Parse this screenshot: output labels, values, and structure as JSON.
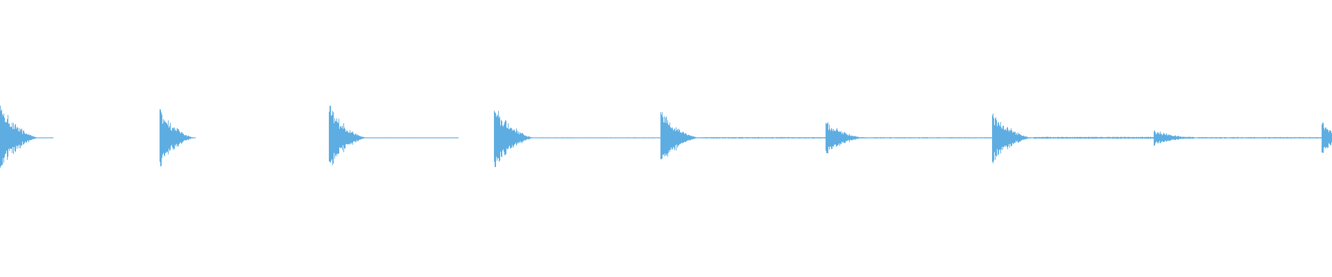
{
  "waveform": {
    "color": "#5DADE2",
    "background": "#FFFFFF",
    "hits": [
      {
        "start": 0.0,
        "peak": 0.48,
        "decay": 0.03,
        "tail": 0.01,
        "noise": 0.006
      },
      {
        "start": 0.12,
        "peak": 0.46,
        "decay": 0.027,
        "tail": 0.0,
        "noise": 0.0
      },
      {
        "start": 0.247,
        "peak": 0.48,
        "decay": 0.029,
        "tail": 0.068,
        "noise": 0.007
      },
      {
        "start": 0.371,
        "peak": 0.48,
        "decay": 0.031,
        "tail": 0.125,
        "noise": 0.008
      },
      {
        "start": 0.496,
        "peak": 0.43,
        "decay": 0.03,
        "tail": 0.124,
        "noise": 0.012
      },
      {
        "start": 0.62,
        "peak": 0.26,
        "decay": 0.03,
        "tail": 0.125,
        "noise": 0.01
      },
      {
        "start": 0.745,
        "peak": 0.4,
        "decay": 0.031,
        "tail": 0.121,
        "noise": 0.016
      },
      {
        "start": 0.866,
        "peak": 0.12,
        "decay": 0.032,
        "tail": 0.122,
        "noise": 0.012
      },
      {
        "start": 0.992,
        "peak": 0.24,
        "decay": 0.02,
        "tail": 0.008,
        "noise": 0.01
      }
    ]
  }
}
